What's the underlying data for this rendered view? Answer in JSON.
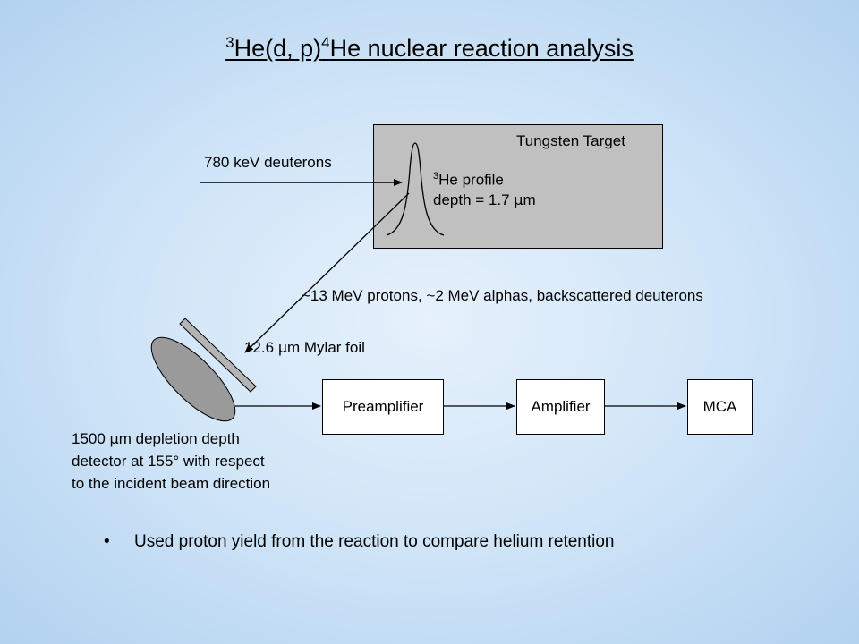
{
  "title": {
    "sup1": "3",
    "part1": "He(d, p)",
    "sup2": "4",
    "part2": "He nuclear reaction analysis"
  },
  "target": {
    "label": "Tungsten Target",
    "profile_sup": "3",
    "profile_line1": "He profile",
    "profile_line2_prefix": "depth = 1.7 ",
    "profile_line2_greek": "µ",
    "profile_line2_suffix": "m"
  },
  "beam_label": "780 keV deuterons",
  "products_label": "~13 MeV protons, ~2 MeV alphas, backscattered deuterons",
  "foil": {
    "prefix": "12.6 ",
    "greek": "µ",
    "suffix": "m Mylar foil"
  },
  "detector": {
    "line1_prefix": "1500 ",
    "line1_greek": "µ",
    "line1_suffix": "m depletion depth",
    "line2": "detector at 155° with respect",
    "line3": "to the incident beam direction"
  },
  "chain": {
    "preamp": "Preamplifier",
    "amp": "Amplifier",
    "mca": "MCA"
  },
  "bullet": {
    "symbol": "•",
    "text": "Used proton yield from the reaction to compare helium retention"
  },
  "colors": {
    "background": "#d2e6f8",
    "target_fill": "#c0c0c0",
    "detector_fill": "#9a9a9a",
    "foil_fill": "#b4b4b4"
  }
}
